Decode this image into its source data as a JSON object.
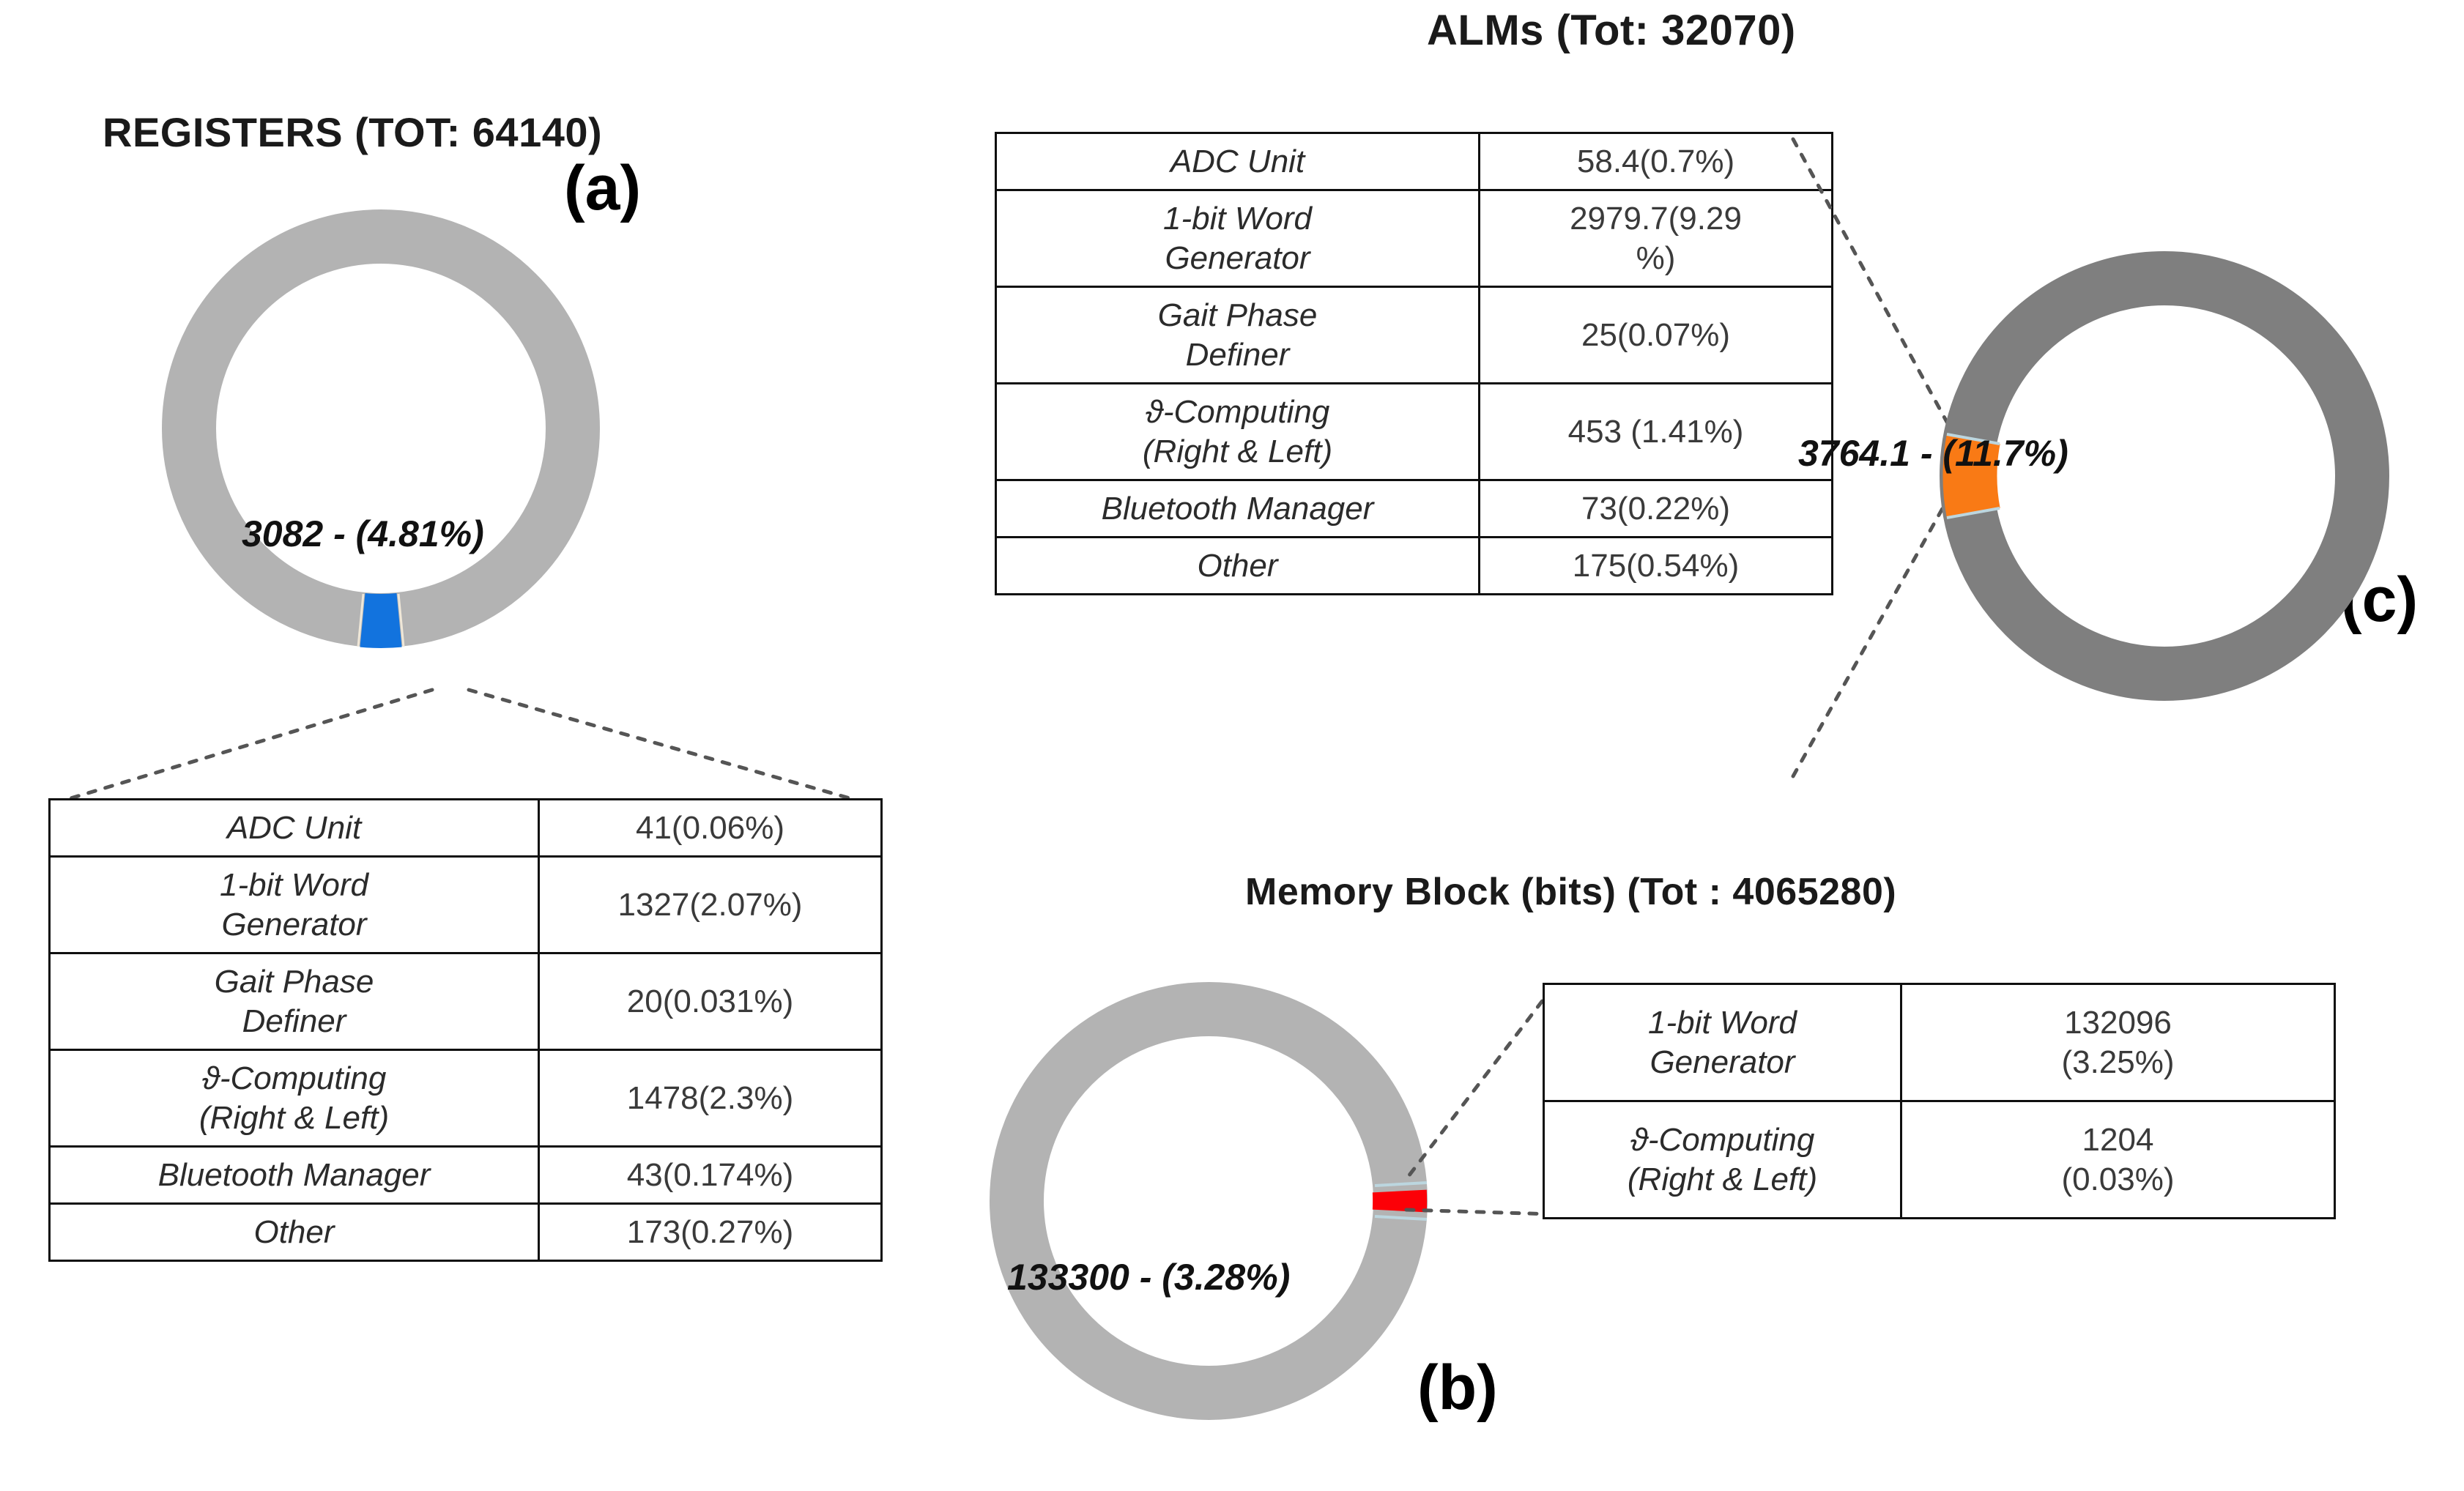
{
  "figure": {
    "panels": [
      {
        "letter": "(a)",
        "title_main": "REGISTERS",
        "title_tot": "(TOT: 64140)",
        "title_full": "REGISTERS (TOT: 64140)",
        "donut": {
          "label": "3082 - (4.81%)",
          "value": 3082,
          "percent": 4.81,
          "total": 64140,
          "highlight_color": "#1273de",
          "base_color": "#b3b3b3"
        }
      },
      {
        "letter": "(b)",
        "title_main": "Memory Block (bits)",
        "title_tot": "(Tot : 4065280)",
        "title_full": "Memory Block (bits)  (Tot : 4065280)",
        "donut": {
          "label": "133300 - (3.28%)",
          "value": 133300,
          "percent": 3.28,
          "total": 4065280,
          "highlight_color": "#fc0007",
          "base_color": "#b3b3b3"
        }
      },
      {
        "letter": "(c)",
        "title_main": "ALMs",
        "title_tot": "(Tot: 32070)",
        "title_full": "ALMs  (Tot: 32070)",
        "donut": {
          "label": "3764.1 - (11.7%)",
          "value": 3764.1,
          "percent": 11.7,
          "total": 32070,
          "highlight_color": "#f97a15",
          "base_color": "#7f7f7f"
        }
      }
    ],
    "tables": {
      "registers": {
        "rows": [
          {
            "name": "ADC Unit",
            "value": "41(0.06%)",
            "lines": 1
          },
          {
            "name": "1-bit Word\nGenerator",
            "value": "1327(2.07%)",
            "lines": 2
          },
          {
            "name": "Gait Phase\nDefiner",
            "value": "20(0.031%)",
            "lines": 2
          },
          {
            "name": "ϑ-Computing\n(Right & Left)",
            "value": "1478(2.3%)",
            "lines": 2
          },
          {
            "name": "Bluetooth Manager",
            "value": "43(0.174%)",
            "lines": 1
          },
          {
            "name": "Other",
            "value": "173(0.27%)",
            "lines": 1
          }
        ]
      },
      "alms": {
        "rows": [
          {
            "name": "ADC Unit",
            "value": "58.4(0.7%)",
            "lines": 1
          },
          {
            "name": "1-bit Word\nGenerator",
            "value": "2979.7(9.29\n%)",
            "lines": 2
          },
          {
            "name": "Gait Phase\nDefiner",
            "value": "25(0.07%)",
            "lines": 2
          },
          {
            "name": "ϑ-Computing\n(Right & Left)",
            "value": "453 (1.41%)",
            "lines": 2
          },
          {
            "name": "Bluetooth Manager",
            "value": "73(0.22%)",
            "lines": 1
          },
          {
            "name": "Other",
            "value": "175(0.54%)",
            "lines": 1
          }
        ]
      },
      "memory": {
        "rows": [
          {
            "name": "1-bit Word\nGenerator",
            "value": "132096\n(3.25%)",
            "lines": 2
          },
          {
            "name": "ϑ-Computing\n(Right & Left)",
            "value": "1204\n(0.03%)",
            "lines": 2
          }
        ]
      }
    }
  },
  "chart_data": [
    {
      "type": "pie",
      "title": "REGISTERS (TOT: 64140)",
      "panel": "(a)",
      "total": 64140,
      "highlighted_slice": {
        "label": "3082 - (4.81%)",
        "value": 3082,
        "percent": 4.81,
        "color": "#1273de"
      },
      "remainder": {
        "value": 61058,
        "percent": 95.19,
        "color": "#b3b3b3"
      },
      "breakdown_categories": [
        "ADC Unit",
        "1-bit Word Generator",
        "Gait Phase Definer",
        "ϑ-Computing (Right & Left)",
        "Bluetooth Manager",
        "Other"
      ],
      "breakdown_values": [
        41,
        1327,
        20,
        1478,
        43,
        173
      ],
      "breakdown_percents": [
        0.06,
        2.07,
        0.031,
        2.3,
        0.174,
        0.27
      ],
      "legend": "none",
      "grid": false
    },
    {
      "type": "pie",
      "title": "ALMs  (Tot: 32070)",
      "panel": "(c)",
      "total": 32070,
      "highlighted_slice": {
        "label": "3764.1 - (11.7%)",
        "value": 3764.1,
        "percent": 11.7,
        "color": "#f97a15"
      },
      "remainder": {
        "value": 28305.9,
        "percent": 88.3,
        "color": "#7f7f7f"
      },
      "breakdown_categories": [
        "ADC Unit",
        "1-bit Word Generator",
        "Gait Phase Definer",
        "ϑ-Computing (Right & Left)",
        "Bluetooth Manager",
        "Other"
      ],
      "breakdown_values": [
        58.4,
        2979.7,
        25,
        453,
        73,
        175
      ],
      "breakdown_percents": [
        0.7,
        9.29,
        0.07,
        1.41,
        0.22,
        0.54
      ],
      "legend": "none",
      "grid": false
    },
    {
      "type": "pie",
      "title": "Memory Block (bits)  (Tot : 4065280)",
      "panel": "(b)",
      "total": 4065280,
      "highlighted_slice": {
        "label": "133300 - (3.28%)",
        "value": 133300,
        "percent": 3.28,
        "color": "#fc0007"
      },
      "remainder": {
        "value": 3931980,
        "percent": 96.72,
        "color": "#b3b3b3"
      },
      "breakdown_categories": [
        "1-bit Word Generator",
        "ϑ-Computing (Right & Left)"
      ],
      "breakdown_values": [
        132096,
        1204
      ],
      "breakdown_percents": [
        3.25,
        0.03
      ],
      "legend": "none",
      "grid": false
    }
  ]
}
